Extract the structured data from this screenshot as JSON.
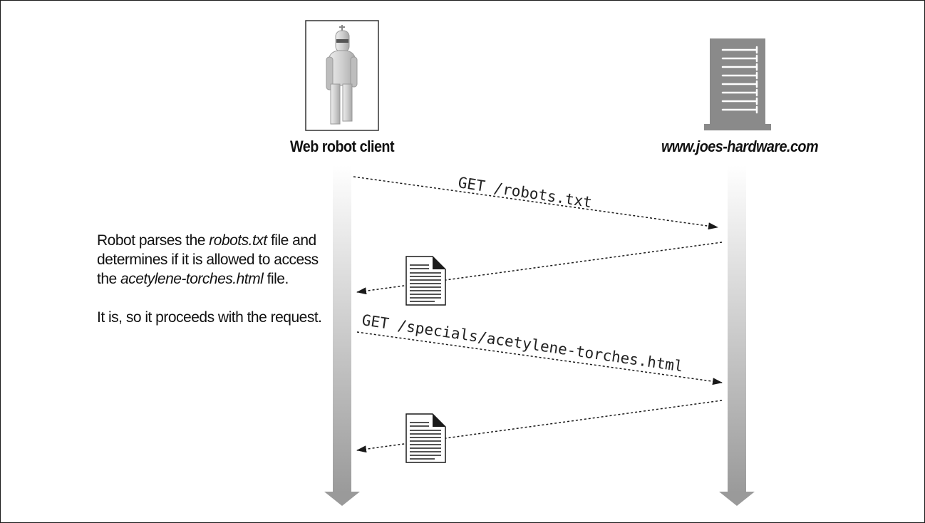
{
  "client": {
    "label": "Web robot client",
    "icon": "robot-icon"
  },
  "server": {
    "label": "www.joes-hardware.com",
    "icon": "server-icon"
  },
  "messages": [
    {
      "text": "GET /robots.txt",
      "direction": "client-to-server"
    },
    {
      "text": "",
      "direction": "server-to-client",
      "icon": "document-icon"
    },
    {
      "text": "GET /specials/acetylene-torches.html",
      "direction": "client-to-server"
    },
    {
      "text": "",
      "direction": "server-to-client",
      "icon": "document-icon"
    }
  ],
  "note": {
    "p1_a": "Robot parses the ",
    "p1_b": "robots.txt",
    "p1_c": " file and determines if it is allowed to access the ",
    "p1_d": "acetylene-torches.html",
    "p1_e": " file.",
    "p2": "It is, so it proceeds with the request."
  },
  "colors": {
    "lifeline_top": "#ffffff",
    "lifeline_bottom": "#9a9a9a",
    "server": "#8a8a8a",
    "robot": "#c4c4c4",
    "line": "#1a1a1a"
  }
}
